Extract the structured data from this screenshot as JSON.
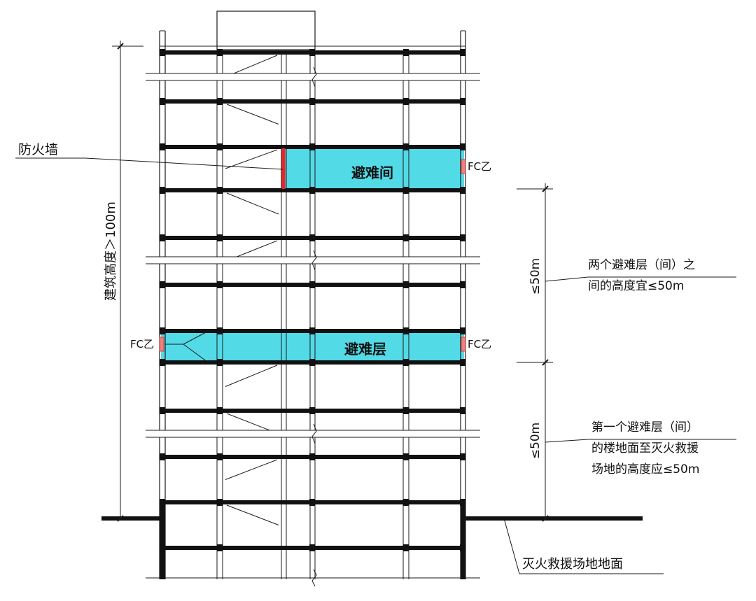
{
  "labels": {
    "firewall": "防火墙",
    "refuge_room": "避难间",
    "refuge_floor": "避难层",
    "building_height": "建筑高度＞100m",
    "dim_upper": "≤50m",
    "dim_lower": "≤50m",
    "note_between_line1": "两个避难层（间）之",
    "note_between_line2": "间的高度宜≤50m",
    "note_first_line1": "第一个避难层（间）",
    "note_first_line2": "的楼地面至灭火救援",
    "note_first_line3": "场地的高度应≤50m",
    "ground": "灭火救援场地地面",
    "fc_room_right": "FC乙",
    "fc_floor_left": "FC乙",
    "fc_floor_right": "FC乙"
  },
  "colors": {
    "refuge_fill": "#3fd6e4",
    "firewall": "#e8262a",
    "fire_door": "#f08080",
    "line": "#1a1a1a"
  }
}
